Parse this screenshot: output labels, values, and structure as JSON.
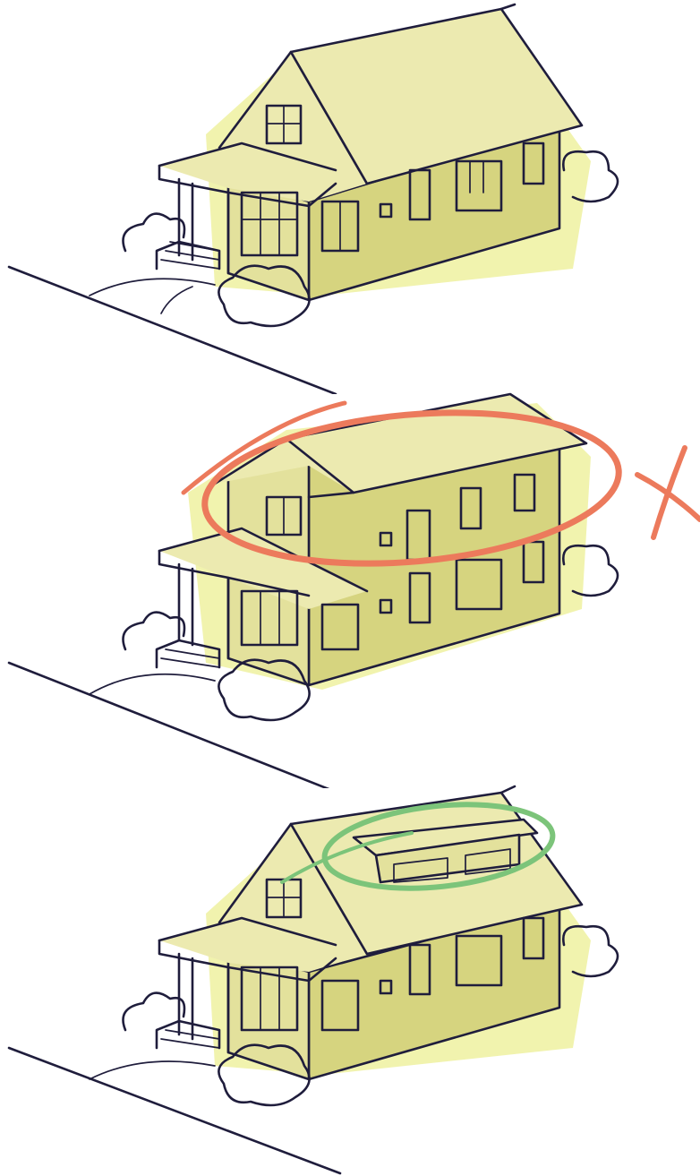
{
  "illustration": {
    "panels": [
      {
        "variant": "original-house",
        "annotation": "none"
      },
      {
        "variant": "full-second-story",
        "annotation": "rejected"
      },
      {
        "variant": "shed-dormer-addition",
        "annotation": "approved"
      }
    ]
  },
  "colors": {
    "house_fill": "#e3e19c",
    "roof_fill": "#eceab0",
    "ink": "#1f1d3c",
    "rejected_mark": "#ec7a5c",
    "approved_mark": "#7cc47a",
    "background": "#ffffff"
  }
}
